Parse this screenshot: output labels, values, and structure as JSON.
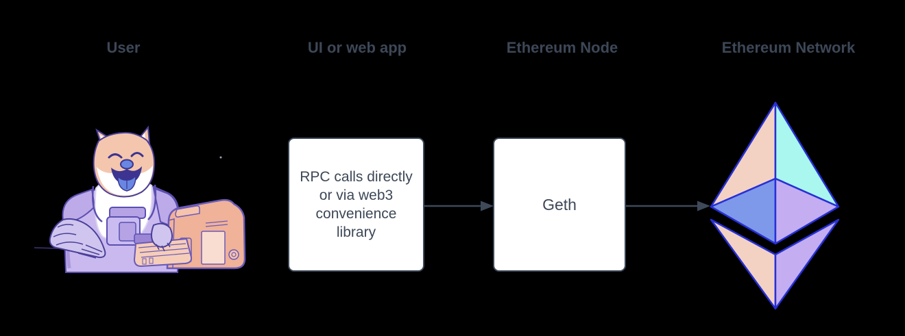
{
  "diagram": {
    "nodes": {
      "user": {
        "label": "User",
        "illustration": "doge-astronaut-at-computer"
      },
      "webapp": {
        "label": "UI or web app",
        "box_text": "RPC calls directly\nor via web3\nconvenience\nlibrary"
      },
      "node": {
        "label": "Ethereum Node",
        "box_text": "Geth"
      },
      "network": {
        "label": "Ethereum Network",
        "illustration": "ethereum-logo"
      }
    },
    "connections": [
      {
        "from": "webapp",
        "to": "node",
        "type": "arrow"
      },
      {
        "from": "node",
        "to": "network",
        "type": "arrow"
      }
    ]
  },
  "colors": {
    "background": "#000000",
    "label_text": "#3d4757",
    "box_fill": "#ffffff",
    "box_border": "#3e4959",
    "arrow": "#3e4959",
    "eth_outline": "#2730d5",
    "eth_peach": "#f3d2c4",
    "eth_cyan": "#a9f7ef",
    "eth_blue": "#7e99e9",
    "eth_purple": "#c4aef1",
    "doge_fur": "#f4c6ad",
    "doge_suit": "#c9b9ef",
    "doge_tongue": "#6787e2",
    "computer_body": "#f0b298"
  }
}
